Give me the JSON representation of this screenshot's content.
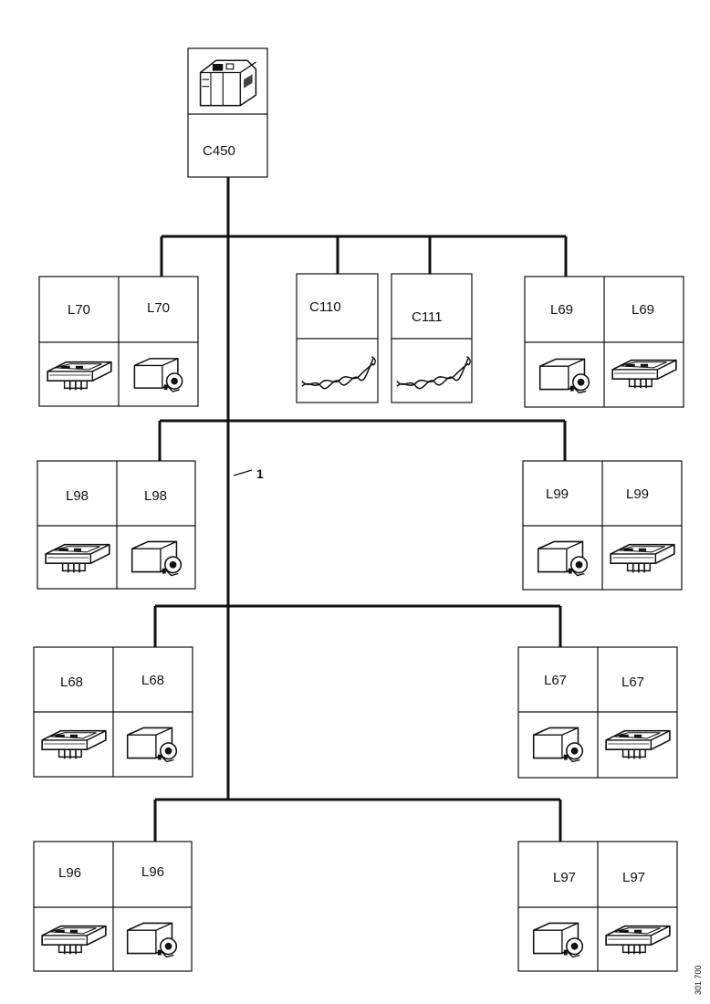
{
  "diagram": {
    "top_connector": {
      "label": "C450",
      "icon": "control-module-icon"
    },
    "callout": "1",
    "reference": "301 700",
    "row1": {
      "left_pair": [
        {
          "label": "L70",
          "icon": "lamp-connector-flat-icon"
        },
        {
          "label": "L70",
          "icon": "lamp-connector-block-icon"
        }
      ],
      "middle": [
        {
          "label": "C110",
          "icon": "twisted-pair-icon"
        },
        {
          "label": "C111",
          "icon": "twisted-pair-icon"
        }
      ],
      "right_pair": [
        {
          "label": "L69",
          "icon": "lamp-connector-block-icon"
        },
        {
          "label": "L69",
          "icon": "lamp-connector-flat-icon"
        }
      ]
    },
    "row2": {
      "left_pair": [
        {
          "label": "L98",
          "icon": "lamp-connector-flat-icon"
        },
        {
          "label": "L98",
          "icon": "lamp-connector-block-icon"
        }
      ],
      "right_pair": [
        {
          "label": "L99",
          "icon": "lamp-connector-block-icon"
        },
        {
          "label": "L99",
          "icon": "lamp-connector-flat-icon"
        }
      ]
    },
    "row3": {
      "left_pair": [
        {
          "label": "L68",
          "icon": "lamp-connector-flat-icon"
        },
        {
          "label": "L68",
          "icon": "lamp-connector-block-icon"
        }
      ],
      "right_pair": [
        {
          "label": "L67",
          "icon": "lamp-connector-block-icon"
        },
        {
          "label": "L67",
          "icon": "lamp-connector-flat-icon"
        }
      ]
    },
    "row4": {
      "left_pair": [
        {
          "label": "L96",
          "icon": "lamp-connector-flat-icon"
        },
        {
          "label": "L96",
          "icon": "lamp-connector-block-icon"
        }
      ],
      "right_pair": [
        {
          "label": "L97",
          "icon": "lamp-connector-block-icon"
        },
        {
          "label": "L97",
          "icon": "lamp-connector-flat-icon"
        }
      ]
    }
  }
}
